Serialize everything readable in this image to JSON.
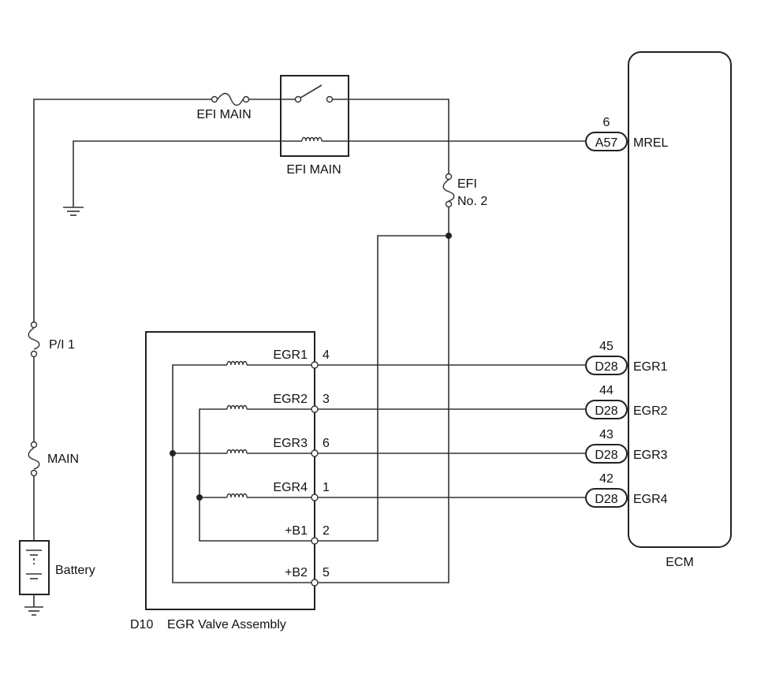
{
  "fuses": {
    "efi_main": "EFI MAIN",
    "efi_no2_line1": "EFI",
    "efi_no2_line2": "No. 2",
    "pi1": "P/I 1",
    "main": "MAIN"
  },
  "relay": {
    "label": "EFI MAIN"
  },
  "battery": {
    "label": "Battery"
  },
  "ecm": {
    "label": "ECM",
    "pins": [
      {
        "connector": "A57",
        "number": "6",
        "signal": "MREL"
      },
      {
        "connector": "D28",
        "number": "45",
        "signal": "EGR1"
      },
      {
        "connector": "D28",
        "number": "44",
        "signal": "EGR2"
      },
      {
        "connector": "D28",
        "number": "43",
        "signal": "EGR3"
      },
      {
        "connector": "D28",
        "number": "42",
        "signal": "EGR4"
      }
    ]
  },
  "egr_valve": {
    "code": "D10",
    "name": "EGR Valve Assembly",
    "pins": [
      {
        "signal": "EGR1",
        "number": "4"
      },
      {
        "signal": "EGR2",
        "number": "3"
      },
      {
        "signal": "EGR3",
        "number": "6"
      },
      {
        "signal": "EGR4",
        "number": "1"
      },
      {
        "signal": "+B1",
        "number": "2"
      },
      {
        "signal": "+B2",
        "number": "5"
      }
    ]
  }
}
